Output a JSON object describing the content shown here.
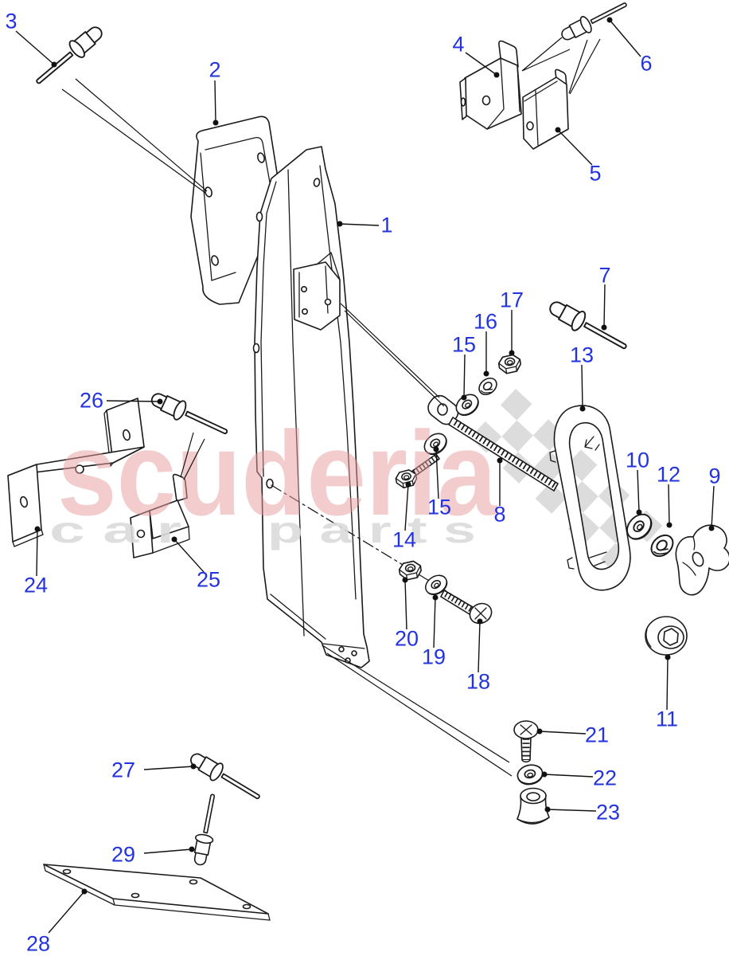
{
  "watermark": {
    "brand": "scuderia",
    "sub1": "c a r",
    "sub2": "p a r t s"
  },
  "colors": {
    "callout_blue": "#2333dd",
    "line_black": "#1a1a1a",
    "watermark_pink": "#e89c9c",
    "watermark_gray": "#dadada",
    "flag_gray": "#dcdcdc",
    "background": "#ffffff"
  },
  "callouts": [
    {
      "n": "1"
    },
    {
      "n": "2"
    },
    {
      "n": "3"
    },
    {
      "n": "4"
    },
    {
      "n": "5"
    },
    {
      "n": "6"
    },
    {
      "n": "7"
    },
    {
      "n": "8"
    },
    {
      "n": "9"
    },
    {
      "n": "10"
    },
    {
      "n": "11"
    },
    {
      "n": "12"
    },
    {
      "n": "13"
    },
    {
      "n": "14"
    },
    {
      "n": "15"
    },
    {
      "n": "16"
    },
    {
      "n": "17"
    },
    {
      "n": "18"
    },
    {
      "n": "19"
    },
    {
      "n": "20"
    },
    {
      "n": "21"
    },
    {
      "n": "22"
    },
    {
      "n": "23"
    },
    {
      "n": "24"
    },
    {
      "n": "25"
    },
    {
      "n": "26"
    },
    {
      "n": "27"
    },
    {
      "n": "28"
    },
    {
      "n": "29"
    }
  ]
}
